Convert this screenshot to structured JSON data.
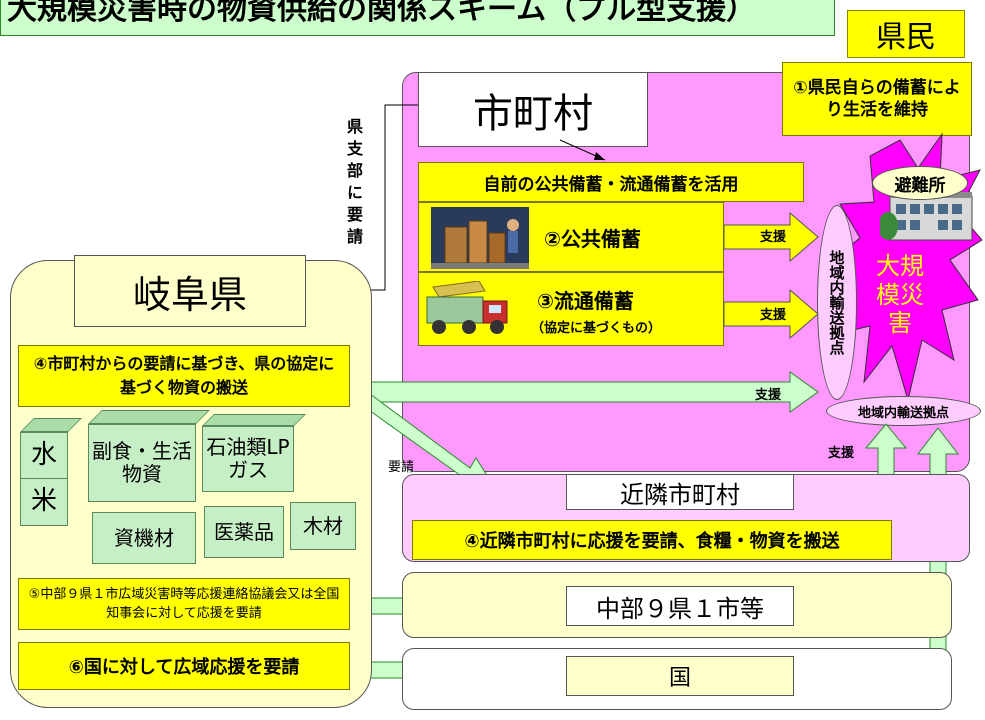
{
  "title": "大規模災害時の物資供給の関係スキーム（プル型支援）",
  "kenmin": {
    "label": "県民",
    "note": "①県民自らの備蓄により生活を維持"
  },
  "shichoson": {
    "title": "市町村",
    "header": "自前の公共備蓄・流通備蓄を活用",
    "koukyo": "②公共備蓄",
    "ryutsu": "③流通備蓄",
    "ryutsu_sub": "（協定に基づくもの）"
  },
  "ken_shibu_request": "県支部に要請",
  "gifu": {
    "title": "岐阜県",
    "item4": "④市町村からの要請に基づき、県の協定に基づく物資の搬送",
    "item5": "⑤中部９県１市広域災害時等応援連絡協議会又は全国知事会に対して応援を要請",
    "item6": "⑥国に対して広域応援を要請"
  },
  "supplies": {
    "water": "水",
    "rice": "米",
    "fukushoku": "副食・生活物資",
    "sekiyu": "石油類LPガス",
    "shikizai": "資機材",
    "iyakuhin": "医薬品",
    "mokuzai": "木材"
  },
  "disaster": {
    "evac": "避難所",
    "label": "大規模災害",
    "hub_vertical": "地域内輸送拠点",
    "hub_bottom": "地域内輸送拠点"
  },
  "arrows": {
    "shien": "支援",
    "yousei": "要請"
  },
  "kinrin": {
    "title": "近隣市町村",
    "note": "④近隣市町村に応援を要請、食糧・物資を搬送"
  },
  "chubu": {
    "title": "中部９県１市等"
  },
  "kuni": {
    "title": "国"
  },
  "colors": {
    "magenta": "#ff00ff",
    "pink": "#ff99ff",
    "lightpink": "#ffccff",
    "cream": "#ffffcc",
    "yellow": "#ffff00",
    "green_box": "#c6efc6",
    "arrow_green": "#ccffcc"
  }
}
